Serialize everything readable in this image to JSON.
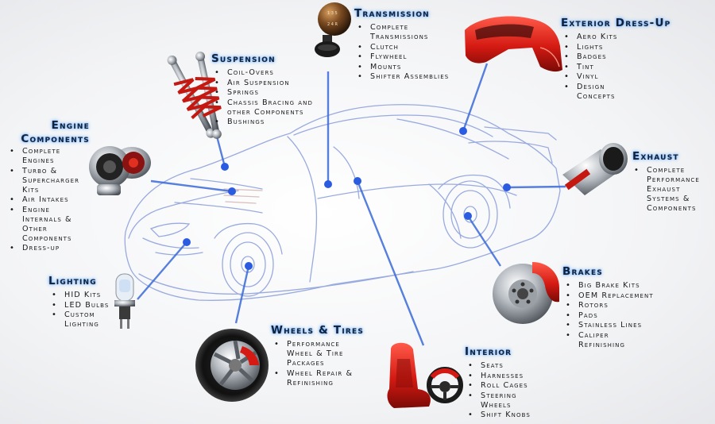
{
  "categories": {
    "transmission": {
      "title": "Transmission",
      "items": [
        "Complete Transmissions",
        "Clutch",
        "Flywheel",
        "Mounts",
        "Shifter Assemblies"
      ]
    },
    "exterior": {
      "title": "Exterior Dress-Up",
      "items": [
        "Aero Kits",
        "Lights",
        "Badges",
        "Tint",
        "Vinyl",
        "Design Concepts"
      ]
    },
    "suspension": {
      "title": "Suspension",
      "items": [
        "Coil-Overs",
        "Air Suspension",
        "Springs",
        "Chassis Bracing and other Components",
        "Bushings"
      ]
    },
    "engine": {
      "title": "Engine Components",
      "items": [
        "Complete Engines",
        "Turbo & Supercharger Kits",
        "Air Intakes",
        "Engine Internals & Other Components",
        "Dress-up"
      ]
    },
    "exhaust": {
      "title": "Exhaust",
      "items": [
        "Complete Performance Exhaust Systems & Components"
      ]
    },
    "brakes": {
      "title": "Brakes",
      "items": [
        "Big Brake Kits",
        "OEM Replacement",
        "Rotors",
        "Pads",
        "Stainless Lines",
        "Caliper Refinishing"
      ]
    },
    "lighting": {
      "title": "Lighting",
      "items": [
        "HID Kits",
        "LED Bulbs",
        "Custom Lighting"
      ]
    },
    "wheels": {
      "title": "Wheels & Tires",
      "items": [
        "Performance Wheel & Tire Packages",
        "Wheel Repair & Refinishing"
      ]
    },
    "interior": {
      "title": "Interior",
      "items": [
        "Seats",
        "Harnesses",
        "Roll Cages",
        "Steering Wheels",
        "Shift Knobs"
      ]
    }
  },
  "colors": {
    "line": "#3a6ad8",
    "dot": "#2a5be0",
    "sketch": "#8fa2dc",
    "title_glow": "#6fb0ff",
    "accent_red": "#d42020"
  },
  "icons": [
    "gear-shifter-icon",
    "car-body-shell-icon",
    "coilover-shock-icon",
    "turbocharger-icon",
    "exhaust-tip-icon",
    "brake-rotor-caliper-icon",
    "headlight-bulb-icon",
    "wheel-tire-icon",
    "racing-seat-icon",
    "steering-wheel-icon"
  ]
}
